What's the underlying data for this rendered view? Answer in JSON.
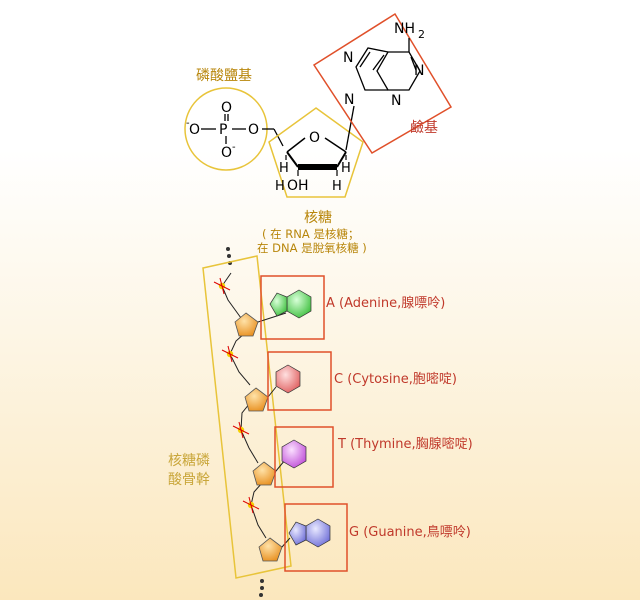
{
  "labels": {
    "phosphate_group": "磷酸鹽基",
    "base": "鹼基",
    "sugar": "核糖",
    "sugar_note_1": "( 在 RNA 是核糖；",
    "sugar_note_2": "在 DNA 是脫氧核糖 )",
    "backbone_1": "核糖磷",
    "backbone_2": "酸骨幹"
  },
  "bases": [
    {
      "label": "A (Adenine,腺嘌呤)",
      "color": "#66dd66"
    },
    {
      "label": "C (Cytosine,胞嘧啶)",
      "color": "#ee7777"
    },
    {
      "label": "T (Thymine,胸腺嘧啶)",
      "color": "#cc66dd"
    },
    {
      "label": "G (Guanine,鳥嘌呤)",
      "color": "#8888ee"
    }
  ],
  "molecule": {
    "nh2": "NH",
    "nh2_sub": "2",
    "oh": "OH",
    "o": "O",
    "o_minus": "O",
    "minus": "-",
    "p": "P",
    "n": "N",
    "h": "H"
  },
  "colors": {
    "highlight_yellow": "#e8c43a",
    "highlight_red": "#e0502a",
    "label_red": "#c0392b",
    "label_gold": "#b8860b",
    "sugar_orange": "#f0a030"
  }
}
